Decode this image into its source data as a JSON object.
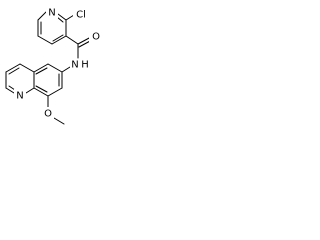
{
  "molecule": {
    "atoms": {
      "n_pyridine": "N",
      "cl": "Cl",
      "o_carbonyl": "O",
      "n_amide": "N",
      "h_amide": "H",
      "n_quinoline": "N",
      "o_methoxy": "O"
    }
  },
  "colors": {
    "bond": "#000000",
    "text": "#000000",
    "background": "#ffffff"
  }
}
